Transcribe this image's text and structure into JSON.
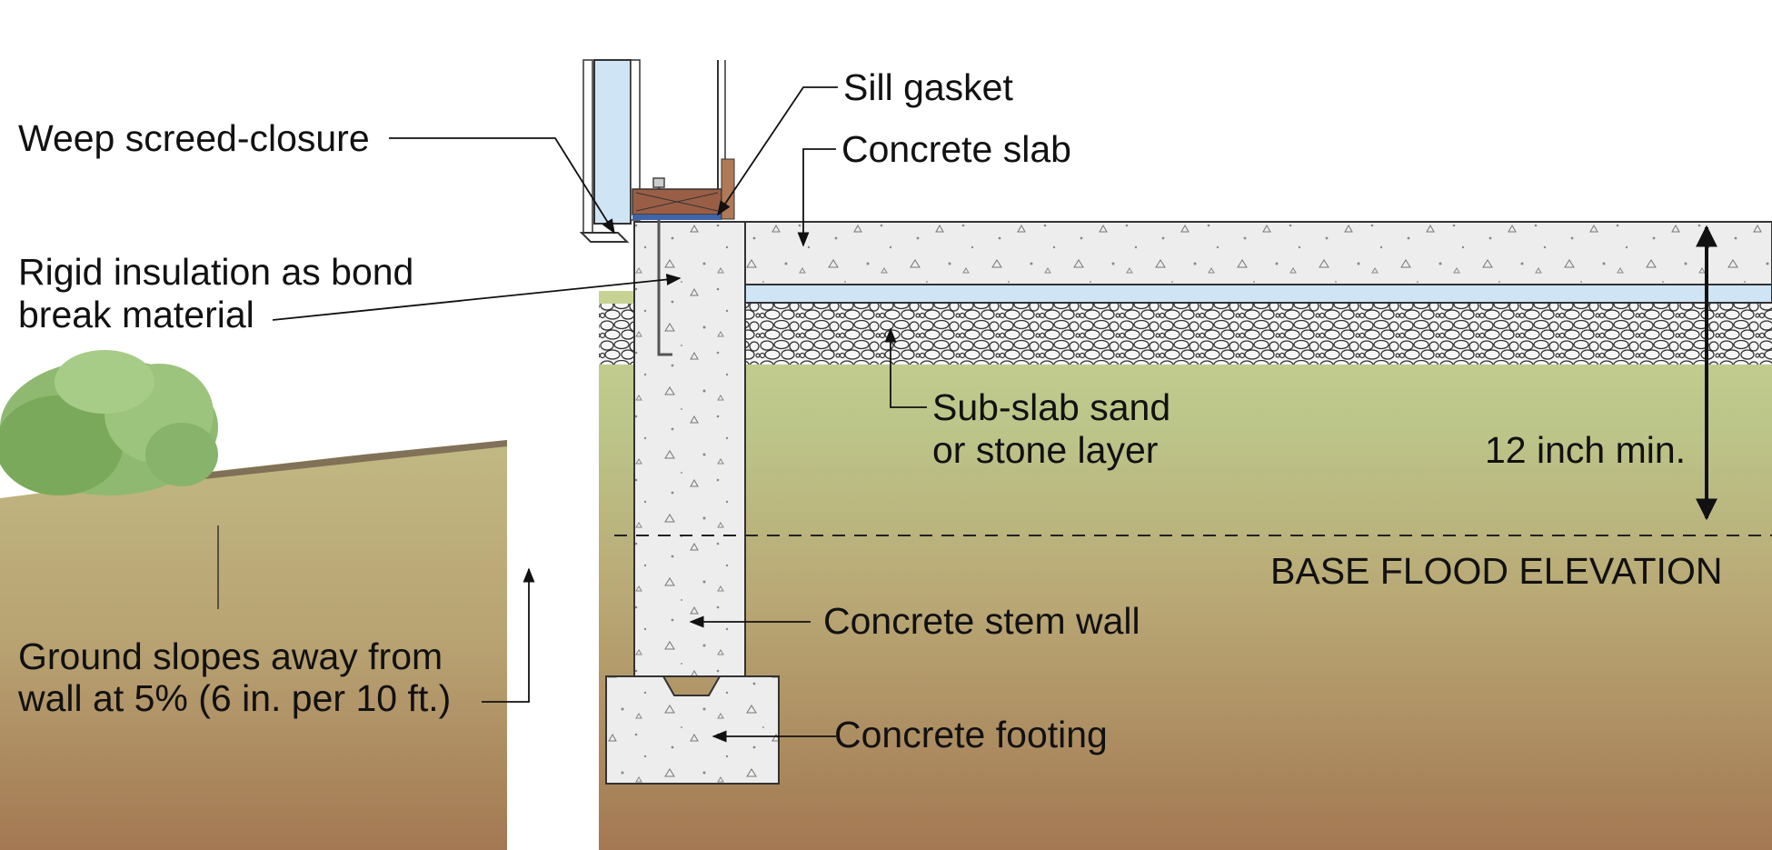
{
  "labels": {
    "sill_gasket": "Sill gasket",
    "concrete_slab": "Concrete slab",
    "weep_screed": "Weep screed-closure",
    "rigid_insulation_1": "Rigid insulation as bond",
    "rigid_insulation_2": "break material",
    "sub_slab_1": "Sub-slab sand",
    "sub_slab_2": "or stone layer",
    "twelve_inch": "12 inch min.",
    "base_flood": "BASE FLOOD ELEVATION",
    "stem_wall": "Concrete stem wall",
    "ground_slope_1": "Ground slopes away from",
    "ground_slope_2": "wall at 5% (6 in. per 10 ft.)",
    "footing": "Concrete footing"
  },
  "colors": {
    "concrete": "#ededed",
    "insulation": "#cfe4f5",
    "soil_top": "#c2cf90",
    "soil_bottom": "#a57a52",
    "gravel": "#f4f4f4",
    "sill_plate": "#9a5e46",
    "shrub": "#7fae62",
    "leader": "#111111"
  }
}
